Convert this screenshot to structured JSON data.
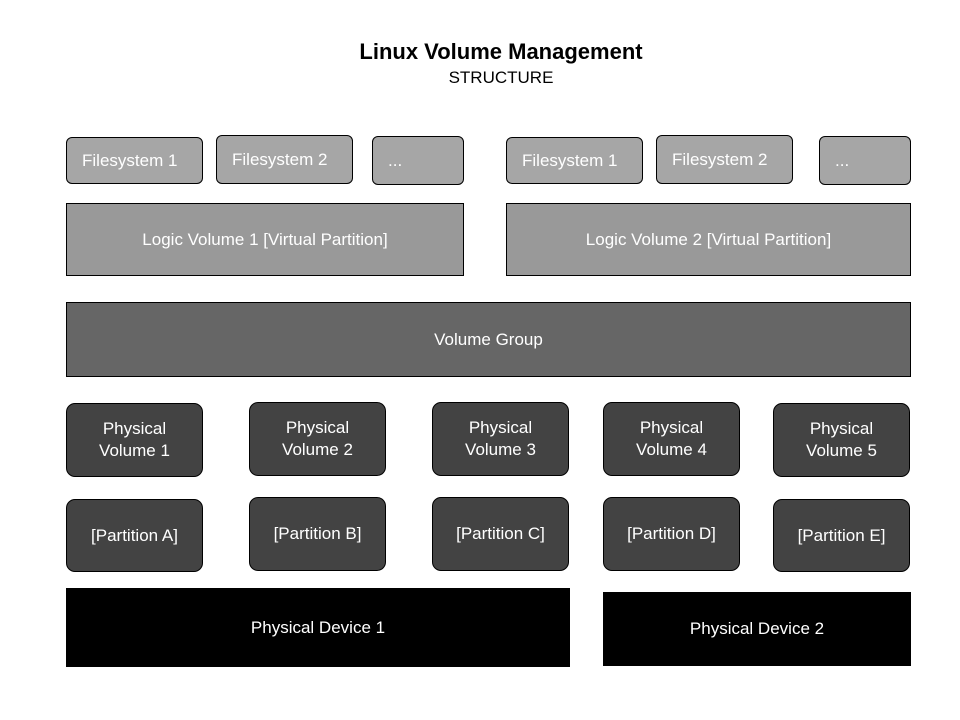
{
  "title": "Linux Volume Management",
  "subtitle": "STRUCTURE",
  "filesystems": [
    {
      "label": "Filesystem 1"
    },
    {
      "label": "Filesystem 2"
    },
    {
      "label": "..."
    },
    {
      "label": "Filesystem 1"
    },
    {
      "label": "Filesystem 2"
    },
    {
      "label": "..."
    }
  ],
  "logic_volumes": [
    {
      "label": "Logic Volume 1 [Virtual Partition]"
    },
    {
      "label": "Logic Volume 2 [Virtual Partition]"
    }
  ],
  "volume_group": {
    "label": "Volume Group"
  },
  "physical_volumes": [
    {
      "label": "Physical\nVolume   1"
    },
    {
      "label": "Physical\nVolume 2"
    },
    {
      "label": "Physical\nVolume 3"
    },
    {
      "label": "Physical\nVolume 4"
    },
    {
      "label": "Physical\nVolume 5"
    }
  ],
  "partitions": [
    {
      "label": "[Partition A]"
    },
    {
      "label": "[Partition B]"
    },
    {
      "label": "[Partition C]"
    },
    {
      "label": "[Partition D]"
    },
    {
      "label": "[Partition E]"
    }
  ],
  "physical_devices": [
    {
      "label": "Physical Device 1"
    },
    {
      "label": "Physical Device 2"
    }
  ],
  "colors": {
    "filesystem": "#a6a6a6",
    "logic_volume": "#999999",
    "volume_group": "#666666",
    "physical_volume": "#434343",
    "partition": "#434343",
    "physical_device": "#000000"
  }
}
